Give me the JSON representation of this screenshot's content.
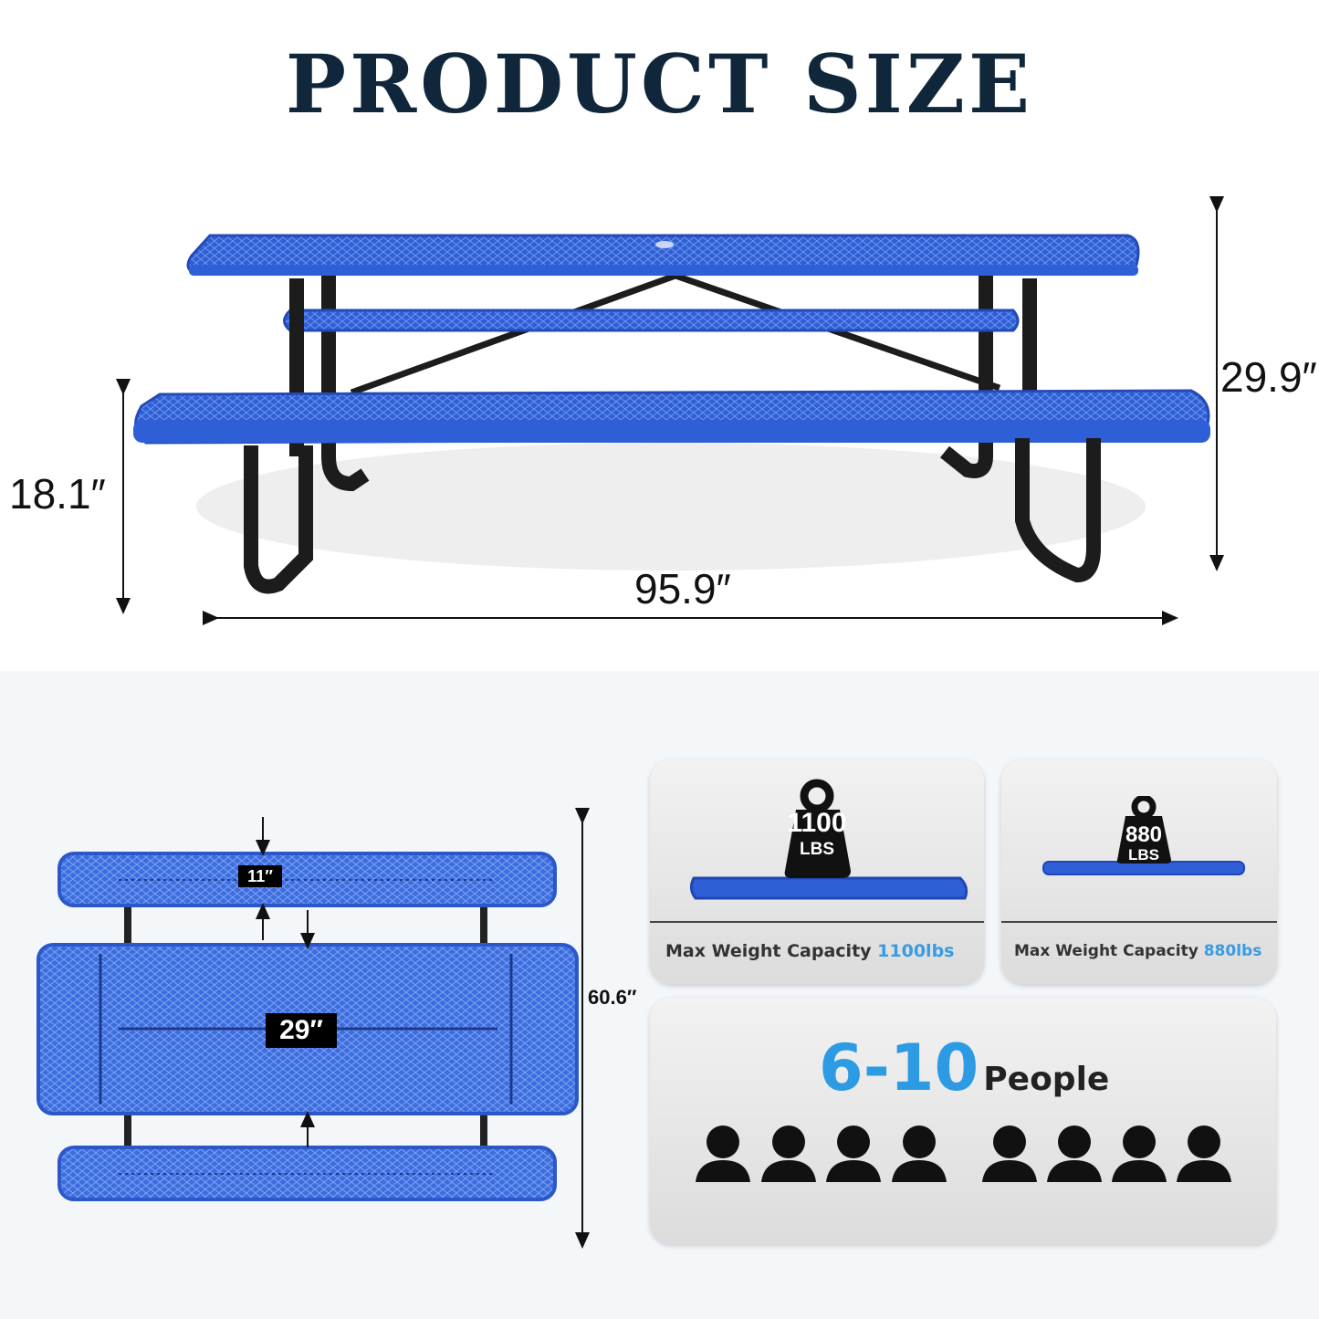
{
  "title": "PRODUCT SIZE",
  "dimensions": {
    "table_height": "29.9″",
    "bench_height": "18.1″",
    "length": "95.9″",
    "overall_width": "60.6″",
    "bench_width": "11″",
    "table_width": "29″"
  },
  "capacity_cards": [
    {
      "weight_number": "1100",
      "weight_unit": "LBS",
      "caption_prefix": "Max Weight Capacity",
      "caption_value": "1100lbs"
    },
    {
      "weight_number": "880",
      "weight_unit": "LBS",
      "caption_prefix": "Max Weight Capacity",
      "caption_value": "880lbs"
    }
  ],
  "seating": {
    "count": "6-10",
    "label": "People",
    "person_icons": 8
  },
  "colors": {
    "table_blue": "#2f5fd6",
    "title": "#10263a",
    "accent": "#3a9be0",
    "frame": "#1c1c1c"
  }
}
